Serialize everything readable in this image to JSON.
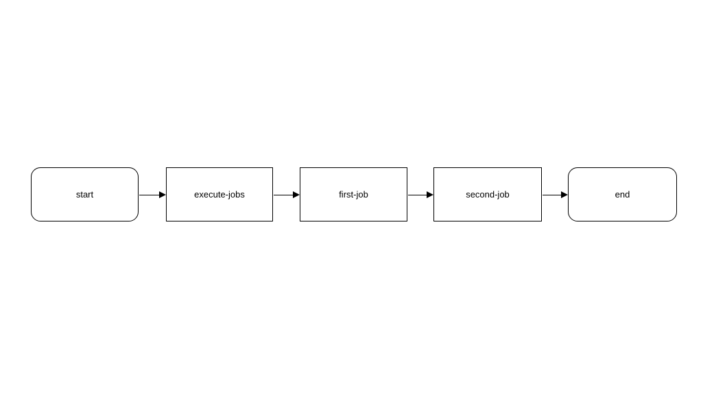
{
  "diagram": {
    "type": "flowchart",
    "direction": "left-to-right",
    "background_color": "#ffffff",
    "node_fill_color": "#ffffff",
    "node_border_color": "#000000",
    "text_color": "#000000",
    "nodes": [
      {
        "label": "start",
        "shape": "rounded-rectangle"
      },
      {
        "label": "execute-jobs",
        "shape": "rectangle"
      },
      {
        "label": "first-job",
        "shape": "rectangle"
      },
      {
        "label": "second-job",
        "shape": "rectangle"
      },
      {
        "label": "end",
        "shape": "rounded-rectangle"
      }
    ],
    "edges": [
      {
        "from": "start",
        "to": "execute-jobs",
        "style": "solid-arrow"
      },
      {
        "from": "execute-jobs",
        "to": "first-job",
        "style": "solid-arrow"
      },
      {
        "from": "first-job",
        "to": "second-job",
        "style": "solid-arrow"
      },
      {
        "from": "second-job",
        "to": "end",
        "style": "solid-arrow"
      }
    ]
  }
}
